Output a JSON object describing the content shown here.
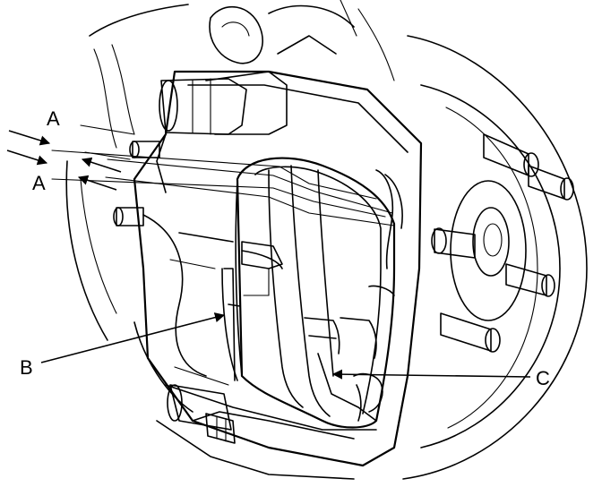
{
  "labels": {
    "a_top": "A",
    "a_bottom": "A",
    "b": "B",
    "c": "C"
  }
}
